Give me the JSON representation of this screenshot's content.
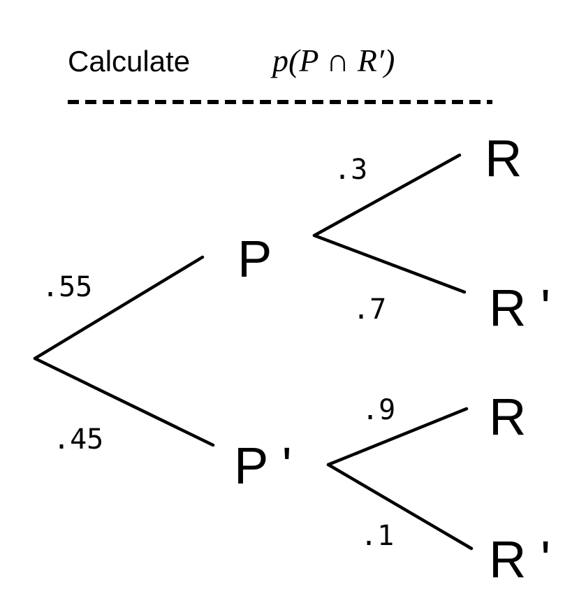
{
  "title": {
    "prefix": "Calculate",
    "expression": "p(P ∩ R′)"
  },
  "tree": {
    "root_branches": [
      {
        "node": "P",
        "prob": ".55"
      },
      {
        "node": "P '",
        "prob": ".45"
      }
    ],
    "P_branches": [
      {
        "node": "R",
        "prob": ".3"
      },
      {
        "node": "R '",
        "prob": ".7"
      }
    ],
    "Pprime_branches": [
      {
        "node": "R",
        "prob": ".9"
      },
      {
        "node": "R '",
        "prob": ".1"
      }
    ]
  }
}
